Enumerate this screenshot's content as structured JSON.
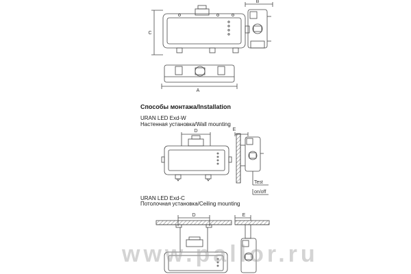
{
  "top_drawing": {
    "dim_a": "A",
    "dim_b": "B",
    "dim_c": "C"
  },
  "installation": {
    "heading": "Способы монтажа/Installation",
    "wall": {
      "model": "URAN LED Exd-W",
      "subtitle": "Настенная установка/Wall mounting",
      "dim_d": "D",
      "dim_e": "E",
      "test_label": "Test",
      "onoff_label": "on/off"
    },
    "ceiling": {
      "model": "URAN LED Exd-C",
      "subtitle": "Потолочная установка/Ceiling mounting",
      "dim_d": "D",
      "dim_e": "E"
    }
  },
  "watermark": "www.pallor.ru",
  "colors": {
    "line": "#444444",
    "hatch": "#555555",
    "watermark": "#a0a0a0"
  }
}
